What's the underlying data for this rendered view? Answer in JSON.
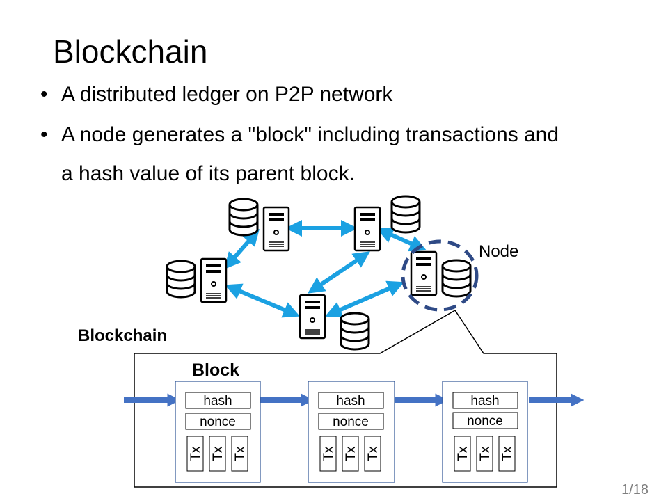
{
  "slide": {
    "title": "Blockchain",
    "bullets": [
      "A distributed ledger on P2P network",
      "A node generates a \"block\" including transactions and"
    ],
    "bullet_continuation": "a hash value of its parent block.",
    "page_number": "1/18"
  },
  "diagram": {
    "node_label": "Node",
    "blockchain_label": "Blockchain",
    "block_label": "Block",
    "block_fields": {
      "hash": "hash",
      "nonce": "nonce",
      "tx": "Tx"
    },
    "colors": {
      "p2p_arrow": "#1ba1e2",
      "chain_arrow": "#4472c4",
      "node_highlight": "#2f4a86",
      "block_border": "#2f5597"
    }
  }
}
